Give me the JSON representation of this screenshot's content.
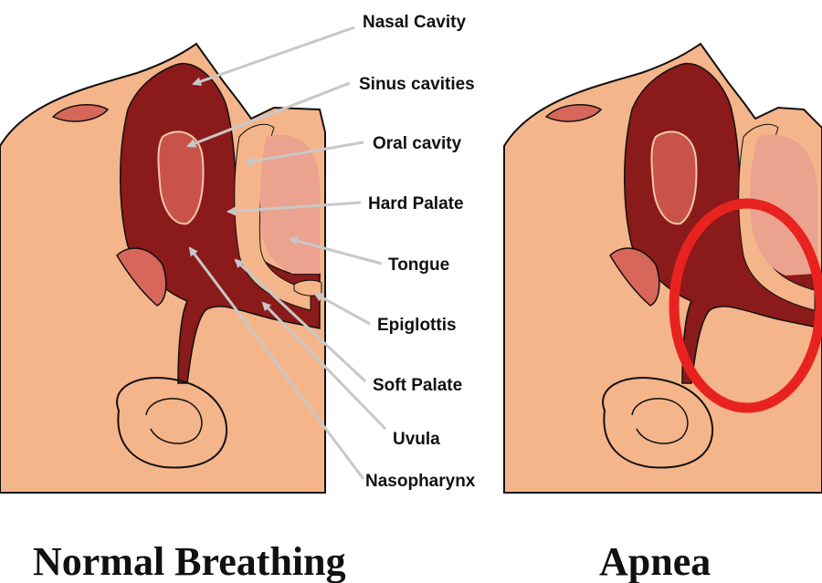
{
  "labels": [
    "Nasal Cavity",
    "Sinus cavities",
    "Oral cavity",
    "Hard Palate",
    "Tongue",
    "Epiglottis",
    "Soft Palate",
    "Uvula",
    "Nasopharynx"
  ],
  "captions": {
    "left": "Normal Breathing",
    "right": "Apnea"
  },
  "colors": {
    "skin": "#f5b58a",
    "airway": "#8b1a1a",
    "tongue": "#eba28e",
    "sinus": "#c9534a",
    "outline": "#111111",
    "highlight_circle": "#e8231f",
    "arrow": "#c8c8c8"
  }
}
